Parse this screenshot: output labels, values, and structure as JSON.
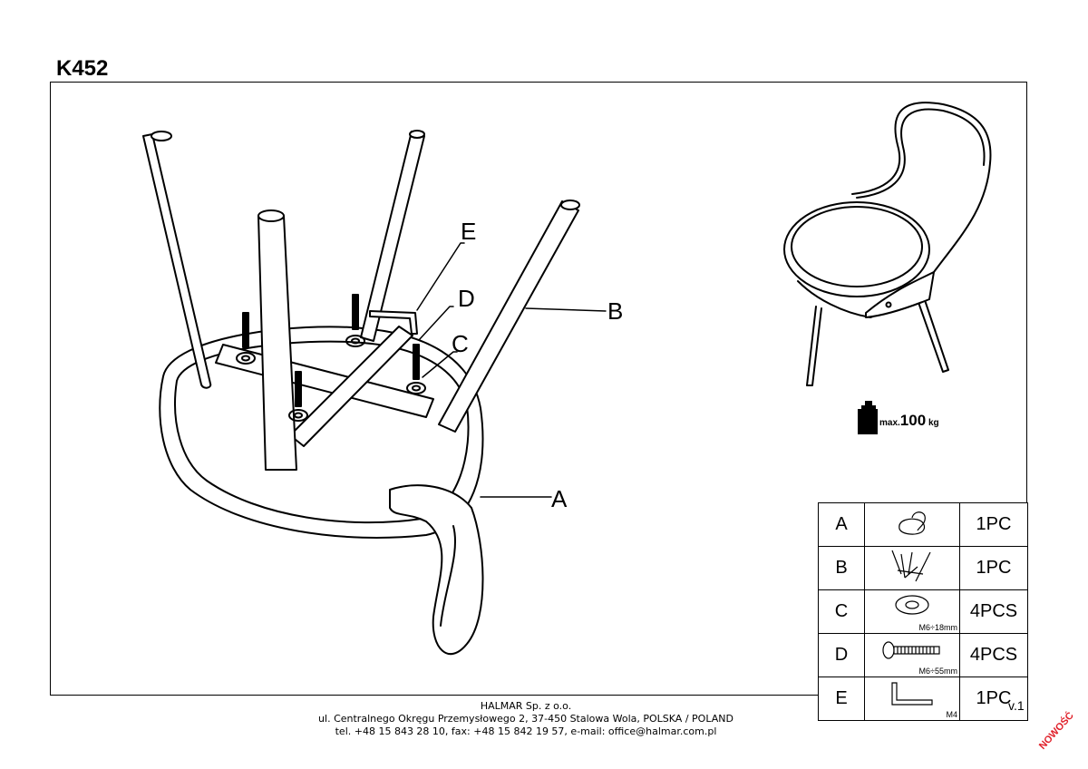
{
  "document": {
    "model": "K452",
    "version": "v.1"
  },
  "callouts": {
    "A": "A",
    "B": "B",
    "C": "C",
    "D": "D",
    "E": "E"
  },
  "max_load": {
    "prefix": "max.",
    "value": "100",
    "unit": "kg"
  },
  "parts": [
    {
      "letter": "A",
      "icon": "seat-shell-icon",
      "qty": "1PC",
      "spec": ""
    },
    {
      "letter": "B",
      "icon": "leg-frame-icon",
      "qty": "1PC",
      "spec": ""
    },
    {
      "letter": "C",
      "icon": "washer-icon",
      "qty": "4PCS",
      "spec": "M6÷18mm"
    },
    {
      "letter": "D",
      "icon": "bolt-icon",
      "qty": "4PCS",
      "spec": "M6÷55mm"
    },
    {
      "letter": "E",
      "icon": "allen-key-icon",
      "qty": "1PC",
      "spec": "M4"
    }
  ],
  "footer": {
    "company": "HALMAR Sp. z o.o.",
    "address": "ul. Centralnego Okręgu Przemysłowego 2, 37-450 Stalowa Wola, POLSKA / POLAND",
    "contact": "tel. +48 15 843 28 10, fax: +48 15 842 19 57, e-mail: office@halmar.com.pl"
  },
  "badge": "NOWOŚĆ",
  "colors": {
    "line": "#000000",
    "badge": "#e0202a"
  }
}
